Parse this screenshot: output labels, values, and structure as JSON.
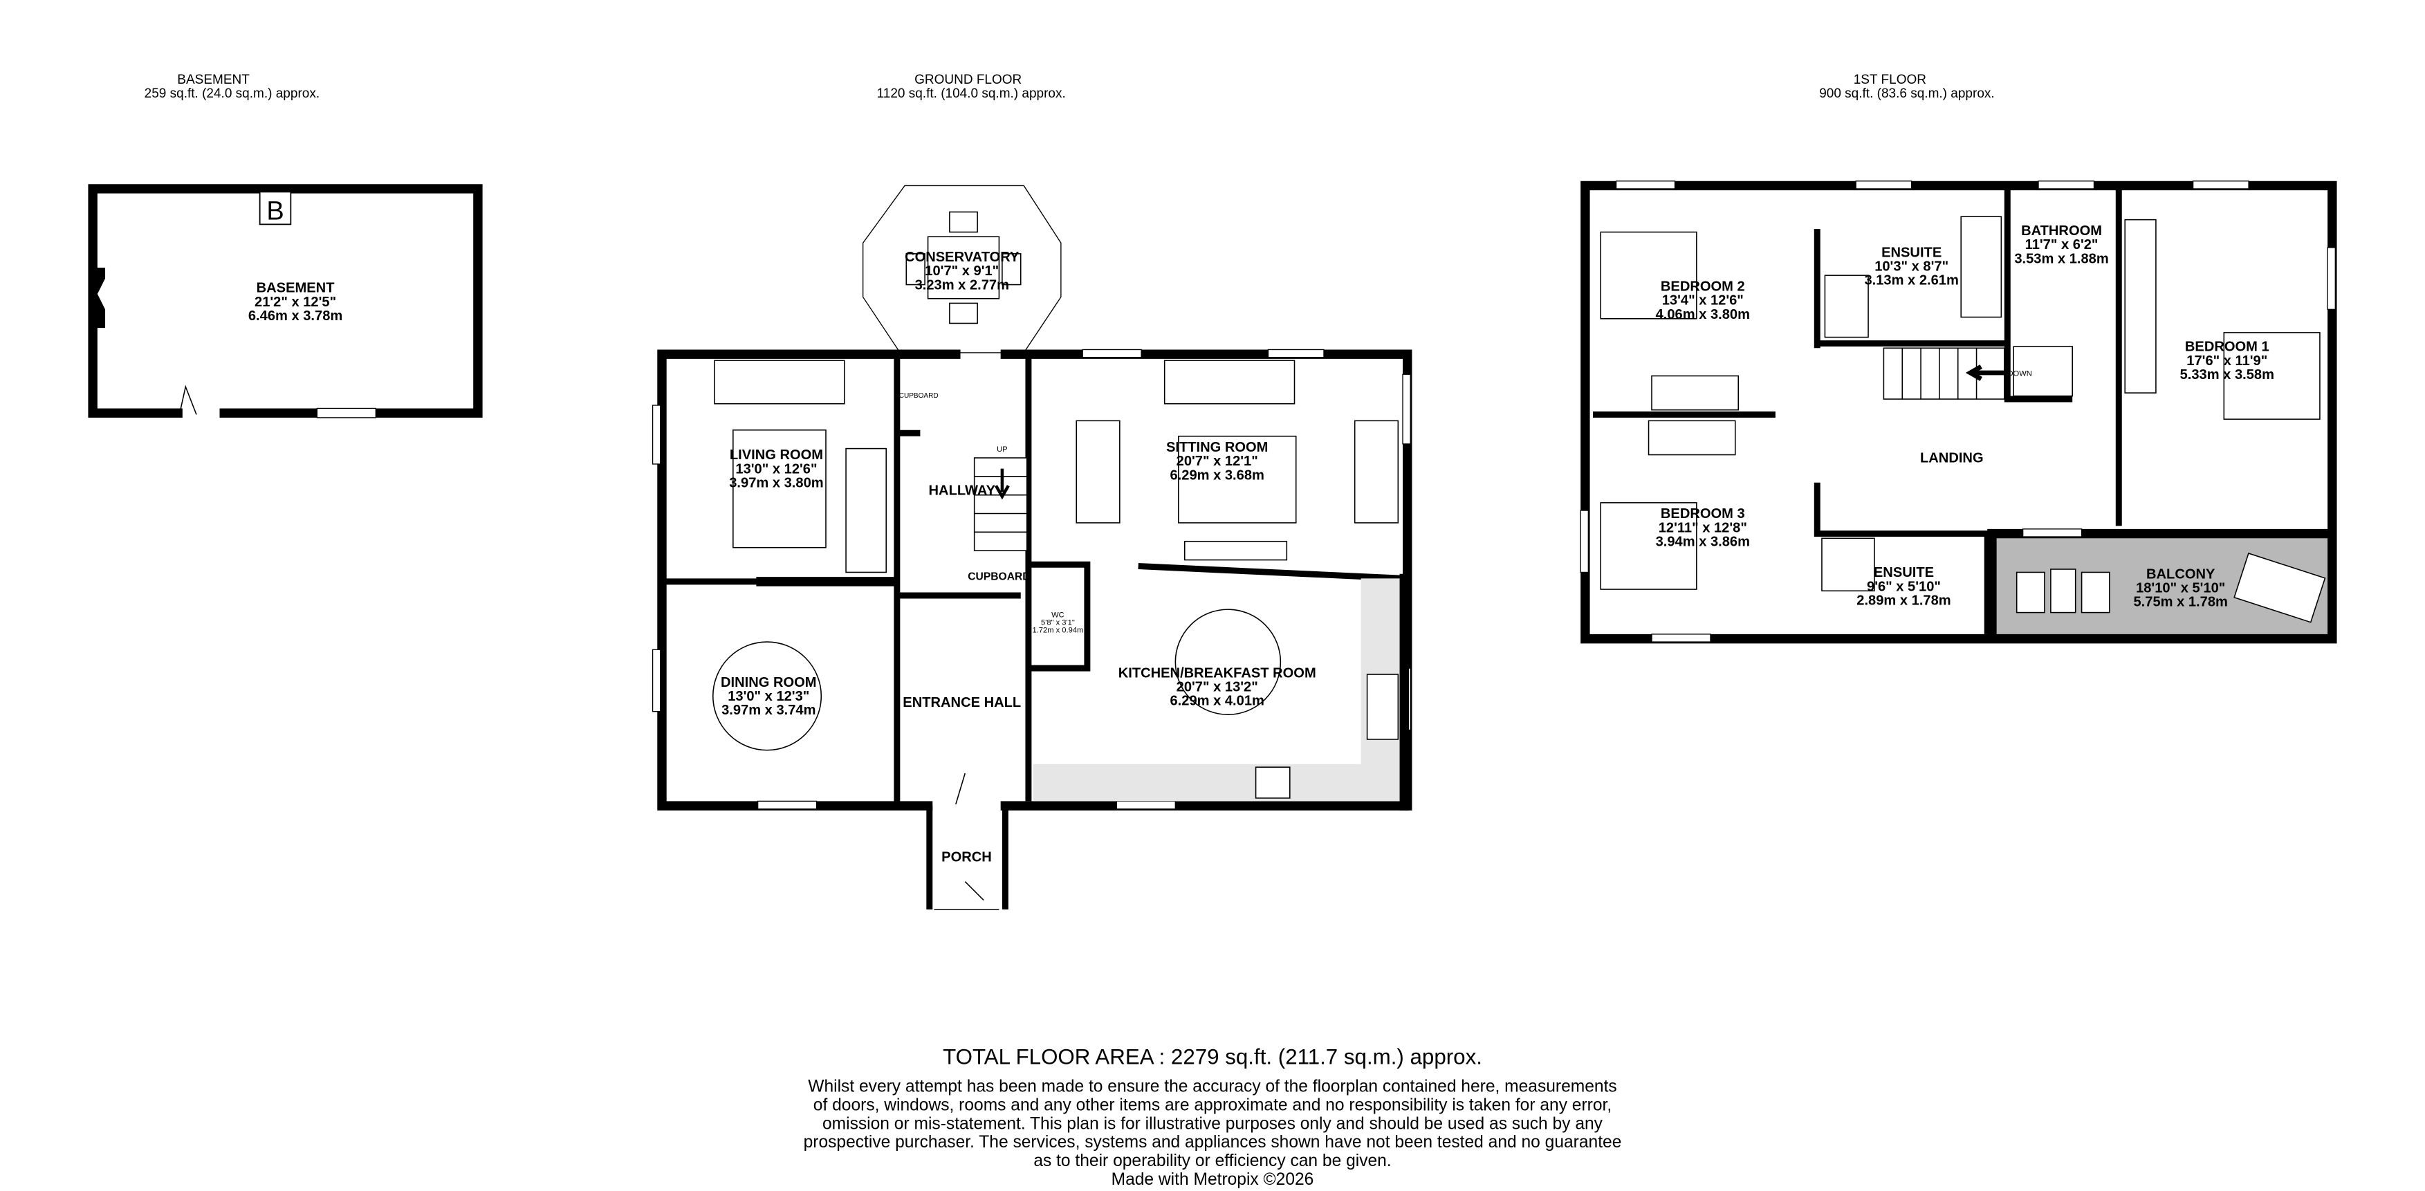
{
  "floors": {
    "basement": {
      "title": "BASEMENT",
      "area": "259 sq.ft. (24.0 sq.m.) approx."
    },
    "ground": {
      "title": "GROUND FLOOR",
      "area": "1120 sq.ft. (104.0 sq.m.) approx."
    },
    "first": {
      "title": "1ST FLOOR",
      "area": "900 sq.ft. (83.6 sq.m.) approx."
    }
  },
  "rooms": {
    "basement": {
      "name": "BASEMENT",
      "imperial": "21'2\"  x 12'5\"",
      "metric": "6.46m  x 3.78m"
    },
    "boiler_mark": "B",
    "conservatory": {
      "name": "CONSERVATORY",
      "imperial": "10'7\"  x 9'1\"",
      "metric": "3.23m  x 2.77m"
    },
    "living": {
      "name": "LIVING ROOM",
      "imperial": "13'0\"  x 12'6\"",
      "metric": "3.97m  x 3.80m"
    },
    "dining": {
      "name": "DINING ROOM",
      "imperial": "13'0\"  x 12'3\"",
      "metric": "3.97m  x 3.74m"
    },
    "sitting": {
      "name": "SITTING ROOM",
      "imperial": "20'7\"  x 12'1\"",
      "metric": "6.29m  x 3.68m"
    },
    "kitchen": {
      "name": "KITCHEN/BREAKFAST ROOM",
      "imperial": "20'7\"  x 13'2\"",
      "metric": "6.29m  x 4.01m"
    },
    "wc": {
      "name": "WC",
      "imperial": "5'8\"  x 3'1\"",
      "metric": "1.72m  x 0.94m"
    },
    "hallway": {
      "name": "HALLWAY"
    },
    "entrance": {
      "name": "ENTRANCE HALL"
    },
    "porch": {
      "name": "PORCH"
    },
    "cupboard1": {
      "name": "CUPBOARD"
    },
    "cupboard2": {
      "name": "CUPBOARD"
    },
    "stairs_up": "UP",
    "stairs_down": "DOWN",
    "bedroom1": {
      "name": "BEDROOM 1",
      "imperial": "17'6\"  x 11'9\"",
      "metric": "5.33m  x 3.58m"
    },
    "bedroom2": {
      "name": "BEDROOM 2",
      "imperial": "13'4\"  x 12'6\"",
      "metric": "4.06m  x 3.80m"
    },
    "bedroom3": {
      "name": "BEDROOM 3",
      "imperial": "12'11\"  x 12'8\"",
      "metric": "3.94m  x 3.86m"
    },
    "ensuite1": {
      "name": "ENSUITE",
      "imperial": "10'3\"  x 8'7\"",
      "metric": "3.13m  x 2.61m"
    },
    "ensuite2": {
      "name": "ENSUITE",
      "imperial": "9'6\"  x 5'10\"",
      "metric": "2.89m  x 1.78m"
    },
    "bathroom": {
      "name": "BATHROOM",
      "imperial": "11'7\"  x 6'2\"",
      "metric": "3.53m  x 1.88m"
    },
    "landing": {
      "name": "LANDING"
    },
    "balcony": {
      "name": "BALCONY",
      "imperial": "18'10\"  x 5'10\"",
      "metric": "5.75m  x 1.78m"
    }
  },
  "colors": {
    "walls": "#000000",
    "balcony": "#b8b8b8",
    "worktop": "#e6e6e6"
  },
  "footer": {
    "total": "TOTAL FLOOR AREA : 2279 sq.ft. (211.7 sq.m.) approx.",
    "disclaimer": [
      "Whilst every attempt has been made to ensure the accuracy of the floorplan contained here, measurements",
      "of doors, windows, rooms and any other items are approximate and no responsibility is taken for any error,",
      "omission or mis-statement. This plan is for illustrative purposes only and should be used as such by any",
      "prospective purchaser. The services, systems and appliances shown have not been tested and no guarantee",
      "as to their operability or efficiency can be given."
    ],
    "credit": "Made with Metropix ©2026"
  }
}
